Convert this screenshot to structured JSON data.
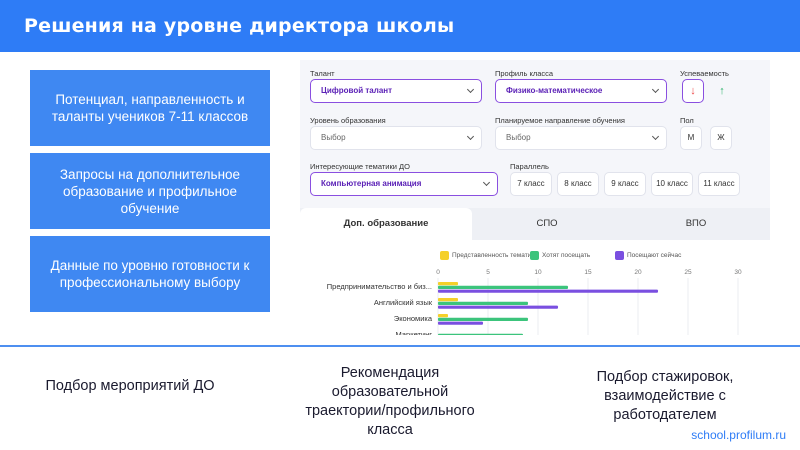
{
  "header": {
    "title": "Решения на уровне директора школы"
  },
  "left_boxes": [
    "Потенциал, направленность и таланты учеников 7-11 классов",
    "Запросы на дополнительное образование и профильное обучение",
    "Данные по уровню готовности к профессиональному выбору"
  ],
  "filters": {
    "talent_label": "Талант",
    "talent_value": "Цифровой талант",
    "profile_label": "Профиль класса",
    "profile_value": "Физико-математическое",
    "progress_label": "Успеваемость",
    "progress_down": "↓",
    "progress_up": "↑",
    "edu_level_label": "Уровень образования",
    "edu_level_value": "Выбор",
    "direction_label": "Планируемое направление обучения",
    "direction_value": "Выбор",
    "gender_label": "Пол",
    "gender_m": "М",
    "gender_f": "Ж",
    "topics_label": "Интересующие тематики ДО",
    "topics_value": "Компьютерная анимация",
    "grade_label": "Параллель",
    "grades": [
      "7 класс",
      "8 класс",
      "9 класс",
      "10 класс",
      "11 класс"
    ]
  },
  "tabs": [
    "Доп. образование",
    "СПО",
    "ВПО"
  ],
  "chart_data": {
    "type": "bar",
    "orientation": "horizontal",
    "categories": [
      "Предпринимательство и биз...",
      "Английский язык",
      "Экономика",
      "Маркетинг"
    ],
    "series": [
      {
        "name": "Представленность тематик",
        "color": "#f5d02a",
        "values": [
          2,
          2,
          1,
          0
        ]
      },
      {
        "name": "Хотят посещать",
        "color": "#3cc47c",
        "values": [
          13,
          9,
          9,
          8.5
        ]
      },
      {
        "name": "Посещают сейчас",
        "color": "#7a4fe0",
        "values": [
          22,
          12,
          4.5,
          0
        ]
      }
    ],
    "xlim": [
      0,
      30
    ],
    "xticks": [
      0,
      5,
      10,
      15,
      20,
      25,
      30
    ],
    "legend": "top"
  },
  "bottom": {
    "item1": "Подбор мероприятий ДО",
    "item2": "Рекомендация образовательной траектории/профильного класса",
    "item3": "Подбор стажировок, взаимодействие с работодателем"
  },
  "footer": {
    "site": "school.profilum.ru"
  }
}
